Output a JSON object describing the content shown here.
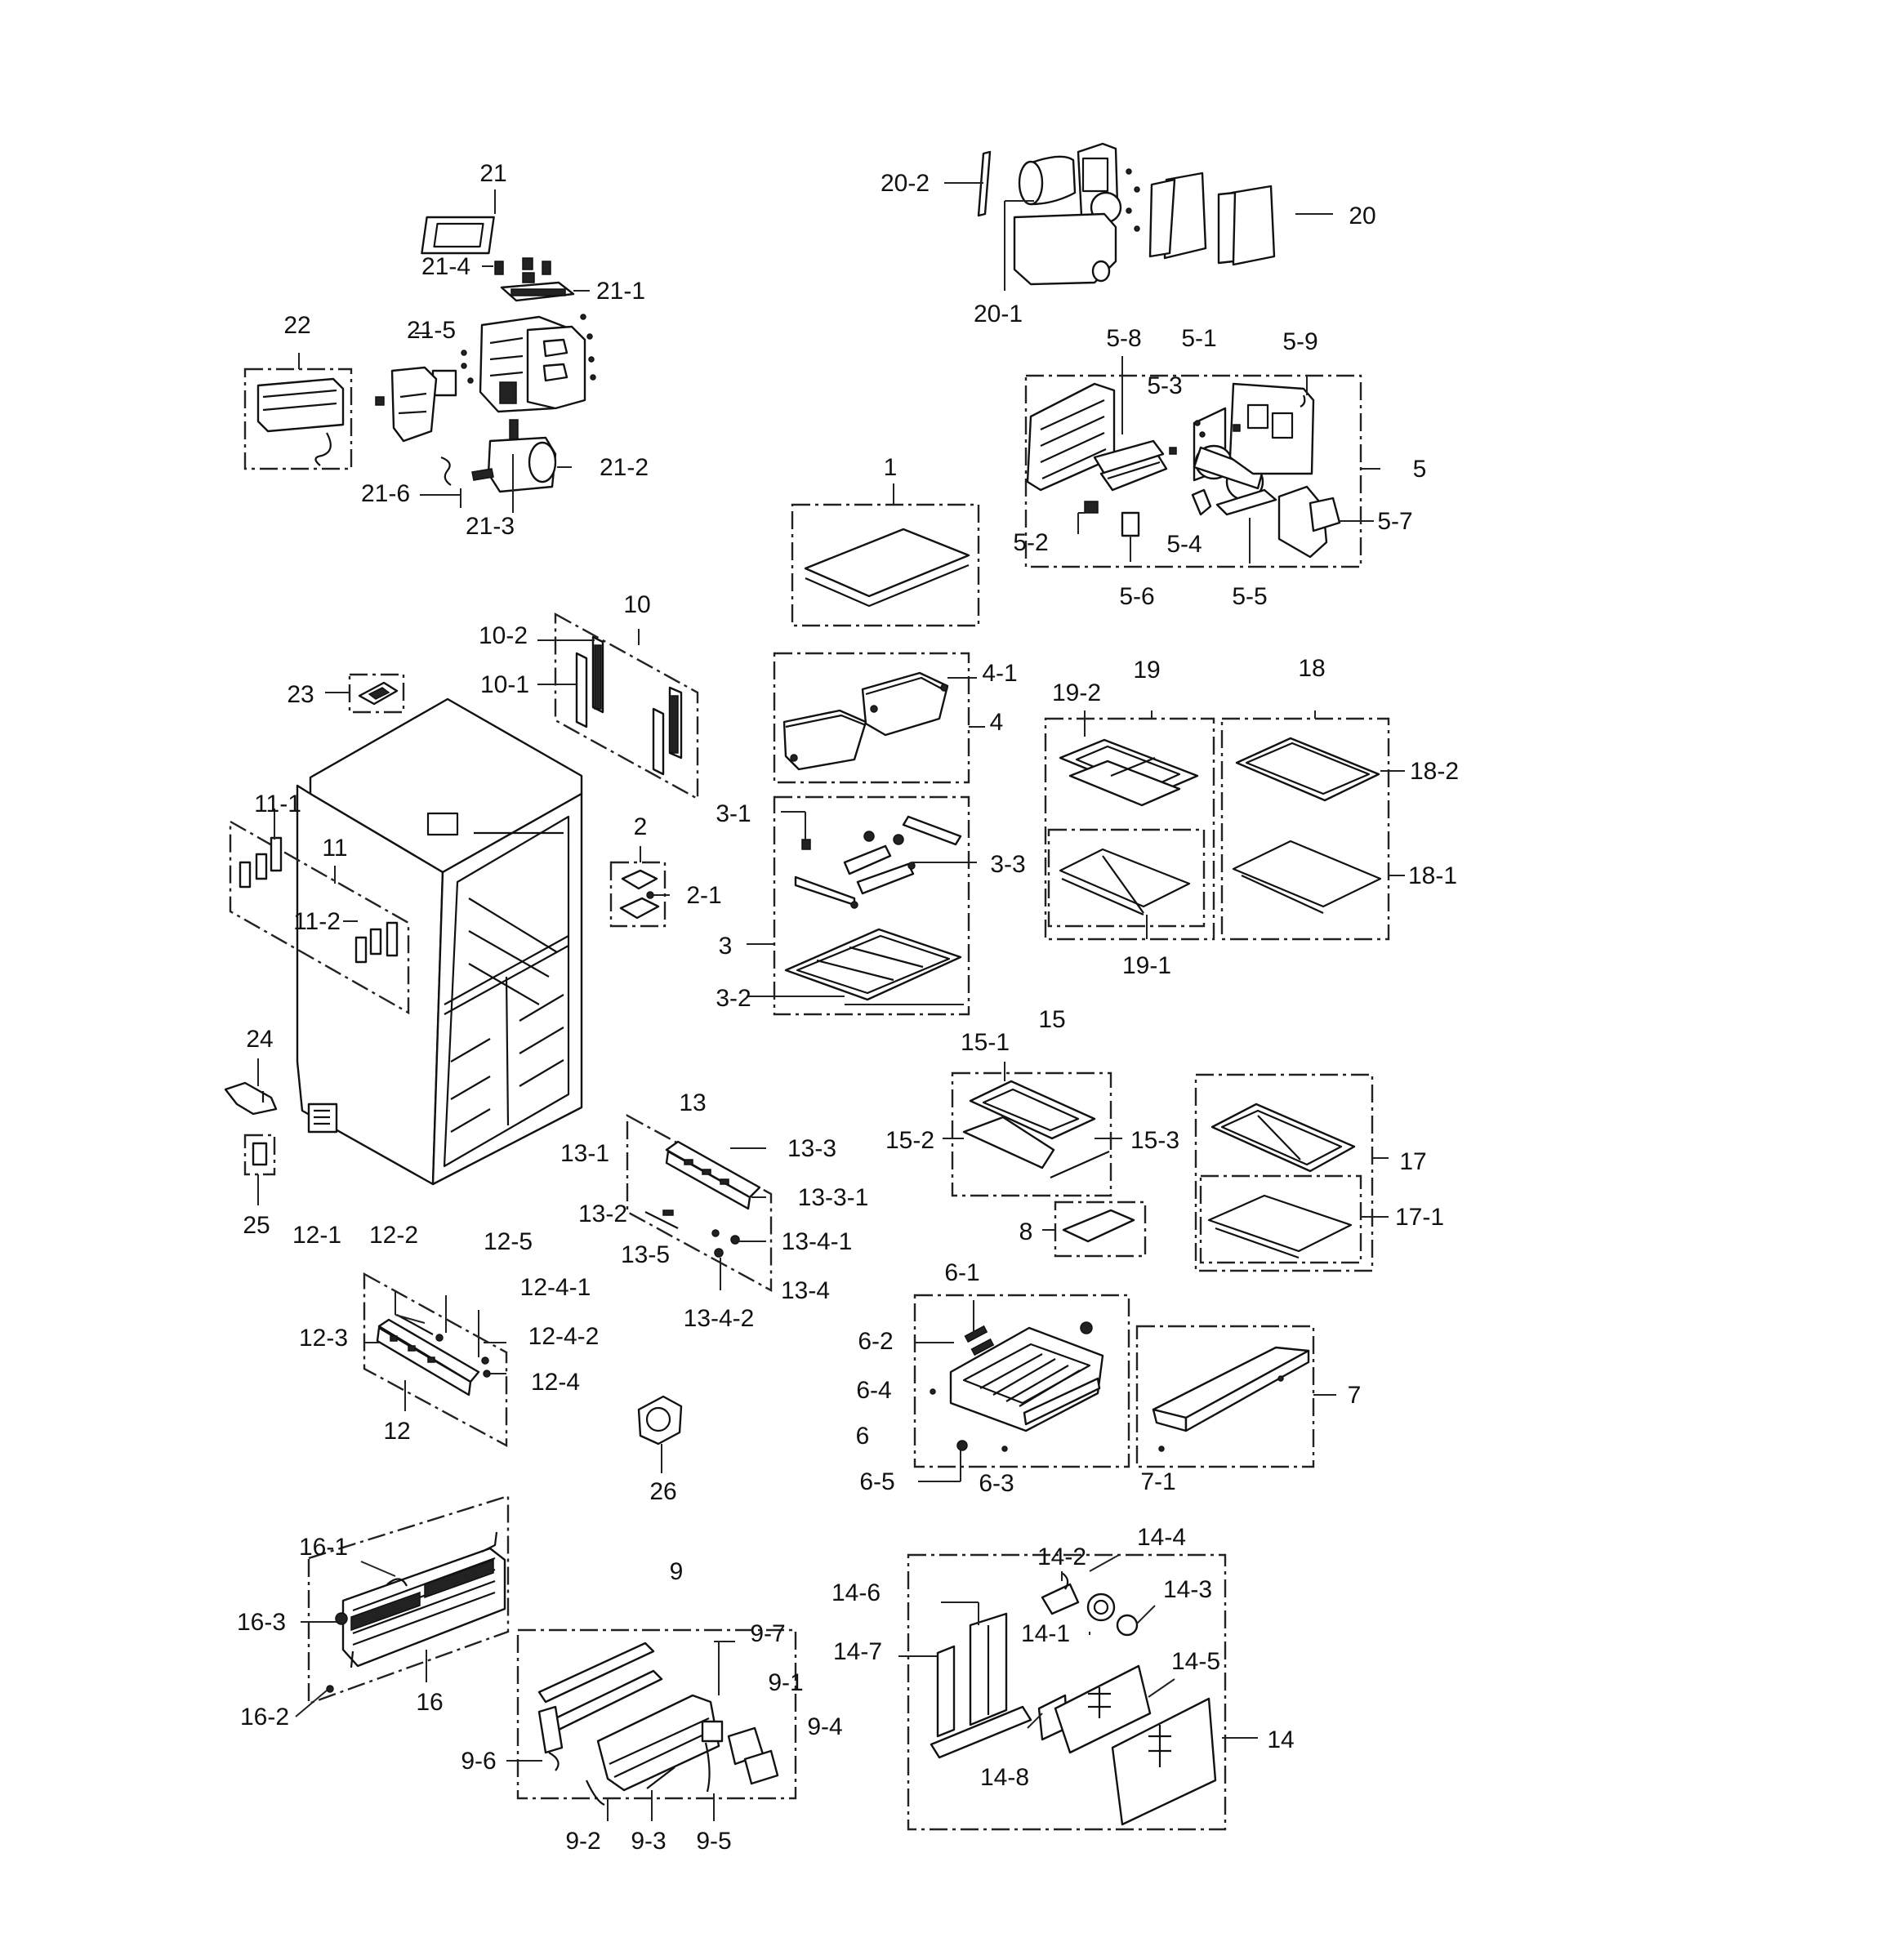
{
  "diagram": {
    "labels": {
      "l21": "21",
      "l21_4": "21-4",
      "l21_1": "21-1",
      "l21_5": "21-5",
      "l22": "22",
      "l21_2": "21-2",
      "l21_6": "21-6",
      "l21_3": "21-3",
      "l20_2": "20-2",
      "l20": "20",
      "l20_1": "20-1",
      "l5_8": "5-8",
      "l5_1": "5-1",
      "l5_9": "5-9",
      "l5_3": "5-3",
      "l5": "5",
      "l5_2": "5-2",
      "l5_4": "5-4",
      "l5_7": "5-7",
      "l5_6": "5-6",
      "l5_5": "5-5",
      "l1": "1",
      "l10": "10",
      "l10_2": "10-2",
      "l10_1": "10-1",
      "l23": "23",
      "l4_1": "4-1",
      "l4": "4",
      "l19": "19",
      "l19_2": "19-2",
      "l18": "18",
      "l18_2": "18-2",
      "l18_1": "18-1",
      "l19_1": "19-1",
      "l2": "2",
      "l2_1": "2-1",
      "l11_1": "11-1",
      "l11": "11",
      "l11_2": "11-2",
      "l3_1": "3-1",
      "l3_3": "3-3",
      "l3": "3",
      "l3_2": "3-2",
      "l15": "15",
      "l15_1": "15-1",
      "l15_2": "15-2",
      "l15_3": "15-3",
      "l24": "24",
      "l25": "25",
      "l13": "13",
      "l13_3": "13-3",
      "l13_1": "13-1",
      "l13_3_1": "13-3-1",
      "l13_2": "13-2",
      "l13_4_1": "13-4-1",
      "l13_5": "13-5",
      "l13_4": "13-4",
      "l13_4_2": "13-4-2",
      "l17": "17",
      "l17_1": "17-1",
      "l8": "8",
      "l12_1": "12-1",
      "l12_2": "12-2",
      "l12_5": "12-5",
      "l12_4_1": "12-4-1",
      "l12_3": "12-3",
      "l12_4_2": "12-4-2",
      "l12_4": "12-4",
      "l12": "12",
      "l6_1": "6-1",
      "l6_2": "6-2",
      "l6_4": "6-4",
      "l6": "6",
      "l6_5": "6-5",
      "l6_3": "6-3",
      "l7": "7",
      "l7_1": "7-1",
      "l26": "26",
      "l16_1": "16-1",
      "l16_3": "16-3",
      "l16": "16",
      "l16_2": "16-2",
      "l9": "9",
      "l9_7": "9-7",
      "l9_1": "9-1",
      "l9_4": "9-4",
      "l9_6": "9-6",
      "l9_2": "9-2",
      "l9_3": "9-3",
      "l9_5": "9-5",
      "l14_2": "14-2",
      "l14_4": "14-4",
      "l14_6": "14-6",
      "l14_3": "14-3",
      "l14_7": "14-7",
      "l14_1": "14-1",
      "l14_5": "14-5",
      "l14": "14",
      "l14_8": "14-8"
    }
  }
}
